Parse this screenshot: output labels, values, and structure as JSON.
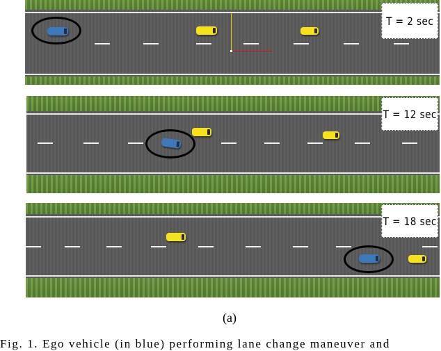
{
  "panels": [
    {
      "time_label": "T  = 2 sec"
    },
    {
      "time_label": "T = 12 sec"
    },
    {
      "time_label": "T = 18 sec"
    }
  ],
  "caption": "(a)",
  "footnote_fragment": "Fig. 1.  Ego vehicle (in blue) performing lane change maneuver and"
}
